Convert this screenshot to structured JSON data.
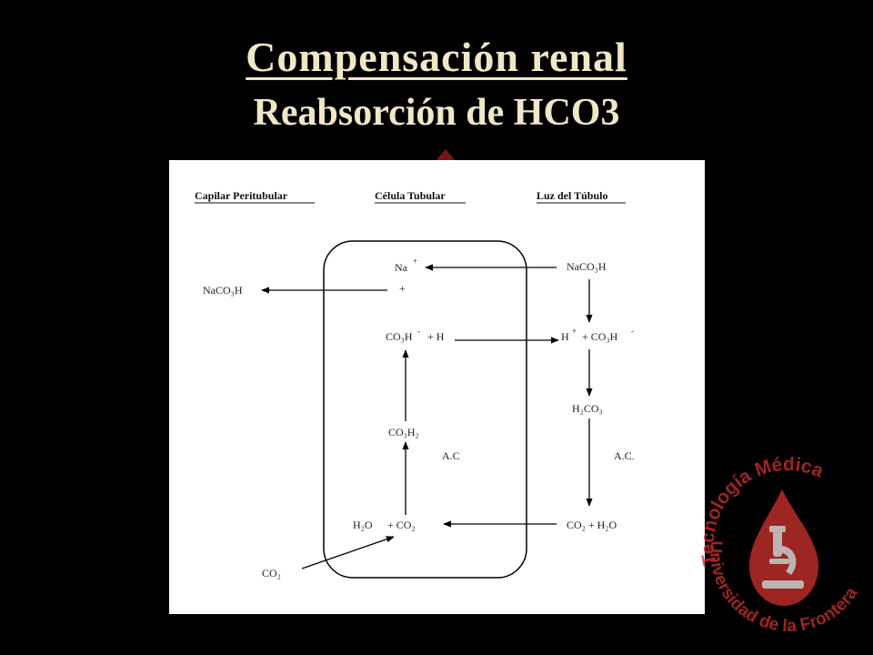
{
  "slide": {
    "title": "Compensación renal",
    "subtitle": "Reabsorción de HCO3"
  },
  "watermark": {
    "arc_top": "Tecnología Médica",
    "arc_bottom": "Universidad de la Frontera",
    "icon": "microscope-in-drop-icon",
    "color": "#c9302c"
  },
  "diagram": {
    "headers": {
      "capillary": "Capilar Peritubular",
      "cell": "Célula Tubular",
      "lumen": "Luz del Túbulo"
    },
    "cell_side": {
      "na": "Na",
      "na_charge": "+",
      "plus": "+",
      "bicarbonate": "CO₃H",
      "bicarbonate_charge": "-",
      "plus_h": "+  H",
      "carbonic_acid": "CO₃H₂",
      "enzyme": "A.C",
      "water": "H₂O",
      "plus_co2": "+  CO₂"
    },
    "lumen_side": {
      "sodium_bicarbonate": "NaCO₃H",
      "h": "H",
      "h_charge": "+",
      "plus_bicarbonate": "+  CO₃H",
      "bicarbonate_charge": "-",
      "carbonic_acid": "H₂CO₃",
      "enzyme": "A.C.",
      "products": "CO₂  +  H₂O"
    },
    "capillary_side": {
      "sodium_bicarbonate": "NaCO₃H",
      "co2": "CO₂"
    }
  }
}
